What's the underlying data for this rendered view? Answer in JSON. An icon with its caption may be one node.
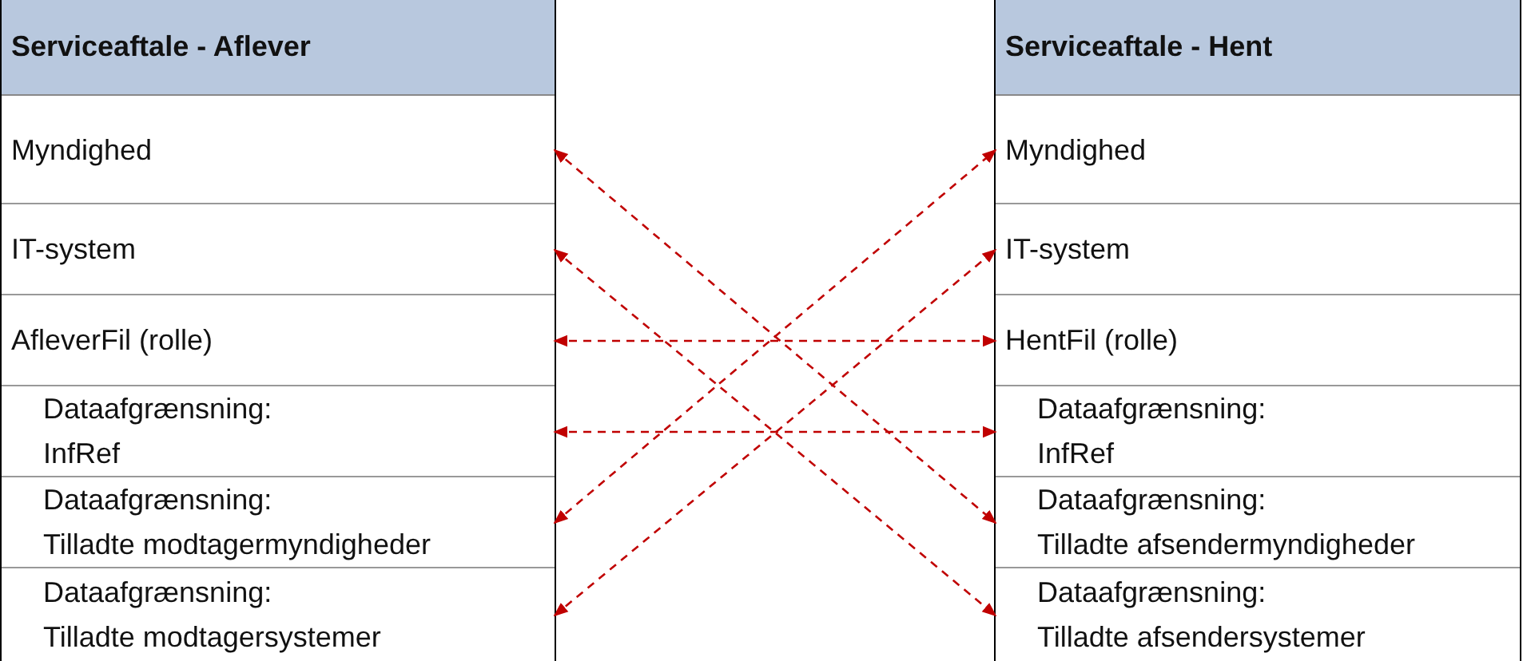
{
  "diagram": {
    "nodes": [
      {
        "text": [
          "Serviceaftale - Aflever"
        ]
      },
      {
        "text": [
          "Myndighed"
        ],
        "in": 0
      },
      {
        "text": [
          "IT-system"
        ],
        "in": 0
      },
      {
        "text": [
          "AfleverFil (rolle)"
        ],
        "in": 0
      },
      {
        "text": [
          "Dataafgrænsning:",
          "InfRef"
        ],
        "in": 0
      },
      {
        "text": [
          "Dataafgrænsning:",
          "Tilladte modtagermyndigheder"
        ],
        "in": 0
      },
      {
        "text": [
          "Dataafgrænsning:",
          "Tilladte modtagersystemer"
        ],
        "in": 0
      },
      {
        "text": [
          "Serviceaftale - Hent"
        ]
      },
      {
        "text": [
          "Myndighed"
        ],
        "in": 7
      },
      {
        "text": [
          "IT-system"
        ],
        "in": 7
      },
      {
        "text": [
          "HentFil (rolle)"
        ],
        "in": 7
      },
      {
        "text": [
          "Dataafgrænsning:",
          "InfRef"
        ],
        "in": 7
      },
      {
        "text": [
          "Dataafgrænsning:",
          "Tilladte afsendermyndigheder"
        ],
        "in": 7
      },
      {
        "text": [
          "Dataafgrænsning:",
          "Tilladte afsendersystemer"
        ],
        "in": 7
      }
    ],
    "edges": [
      {
        "from": 1,
        "to": 12,
        "arrow": "both",
        "style": "dashed"
      },
      {
        "from": 2,
        "to": 13,
        "arrow": "both",
        "style": "dashed"
      },
      {
        "from": 3,
        "to": 10,
        "arrow": "both",
        "style": "dashed"
      },
      {
        "from": 4,
        "to": 11,
        "arrow": "both",
        "style": "dashed"
      },
      {
        "from": 5,
        "to": 8,
        "arrow": "both",
        "style": "dashed"
      },
      {
        "from": 6,
        "to": 9,
        "arrow": "both",
        "style": "dashed"
      }
    ]
  }
}
